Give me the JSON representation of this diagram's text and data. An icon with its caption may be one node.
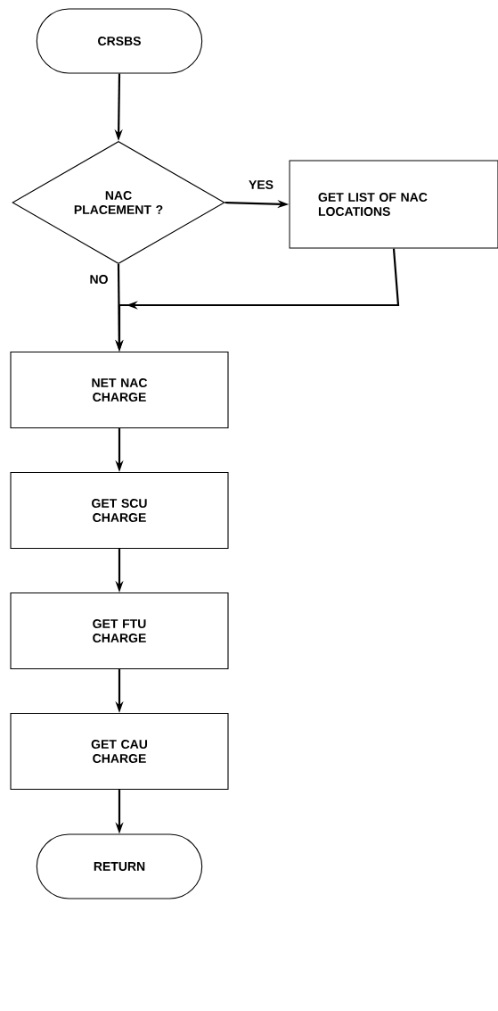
{
  "diagram": {
    "nodes": [
      {
        "text": [
          "CRSBS"
        ]
      },
      {
        "text": [
          "NAC PLACEMENT ?"
        ]
      },
      {
        "text": [
          "GET LIST OF NAC LOCATIONS"
        ]
      },
      {
        "text": [
          "NET NAC CHARGE"
        ]
      },
      {
        "text": [
          "GET SCU CHARGE"
        ]
      },
      {
        "text": [
          "GET FTU CHARGE"
        ]
      },
      {
        "text": [
          "GET CAU CHARGE"
        ]
      },
      {
        "text": [
          "RETURN"
        ]
      }
    ],
    "edges": [
      {
        "from": 0,
        "to": 1,
        "arrow": "to"
      },
      {
        "from": 1,
        "to": 2,
        "arrow": "to",
        "label": "YES"
      },
      {
        "from": 1,
        "to": 3,
        "arrow": "to",
        "label": "NO"
      },
      {
        "from": 2,
        "to": 3,
        "arrow": "to"
      },
      {
        "from": 3,
        "to": 4,
        "arrow": "to"
      },
      {
        "from": 4,
        "to": 5,
        "arrow": "to"
      },
      {
        "from": 5,
        "to": 6,
        "arrow": "to"
      },
      {
        "from": 6,
        "to": 7,
        "arrow": "to"
      }
    ]
  }
}
